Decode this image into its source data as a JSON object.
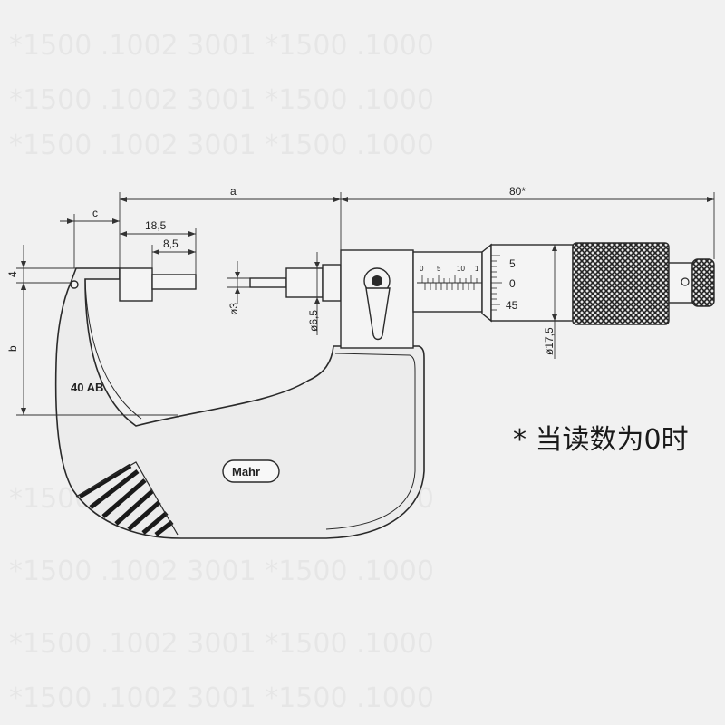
{
  "dimensions": {
    "a": "a",
    "c": "c",
    "d18_5": "18,5",
    "d8_5": "8,5",
    "d80": "80*",
    "d4": "4",
    "b": "b",
    "phi3": "ø3",
    "phi6_5": "ø6,5",
    "phi17_5": "ø17,5"
  },
  "frame_label": "40 AB",
  "brand": "Mahr",
  "sleeve_scale": [
    "0",
    "5",
    "10",
    "1"
  ],
  "thimble_scale": [
    "5",
    "0",
    "45"
  ],
  "note": "* 当读数为0时"
}
